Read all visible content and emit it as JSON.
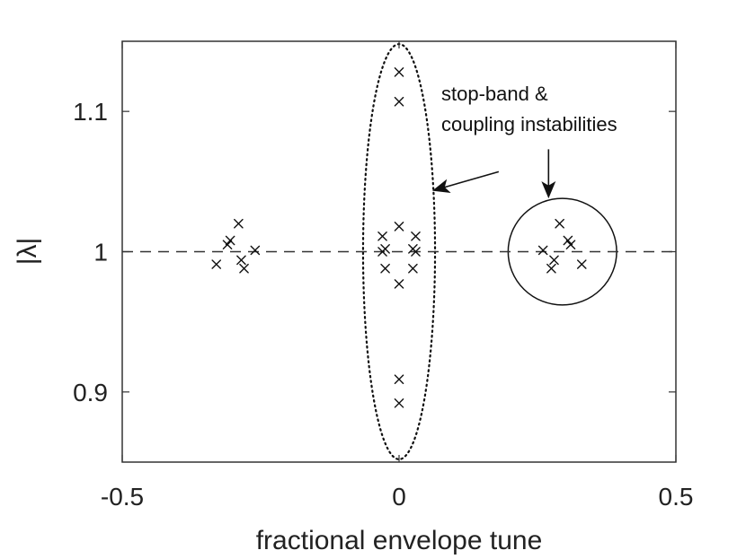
{
  "chart_data": {
    "type": "scatter",
    "xlabel": "fractional envelope tune",
    "ylabel": "|λ|",
    "xlim": [
      -0.5,
      0.5
    ],
    "ylim": [
      0.85,
      1.15
    ],
    "x_ticks": [
      -0.5,
      0,
      0.5
    ],
    "x_tick_labels": [
      "-0.5",
      "0",
      "0.5"
    ],
    "y_ticks": [
      0.9,
      1.0,
      1.1
    ],
    "y_tick_labels": [
      "0.9",
      "1",
      "1.1"
    ],
    "grid": false,
    "reference_line": {
      "y": 1.0,
      "style": "dashed"
    },
    "marker": "x",
    "series": [
      {
        "points": [
          {
            "x": -0.33,
            "y": 0.991
          },
          {
            "x": -0.31,
            "y": 1.005
          },
          {
            "x": -0.305,
            "y": 1.008
          },
          {
            "x": -0.29,
            "y": 1.02
          },
          {
            "x": -0.285,
            "y": 0.994
          },
          {
            "x": -0.28,
            "y": 0.988
          },
          {
            "x": -0.26,
            "y": 1.001
          },
          {
            "x": -0.03,
            "y": 1.011
          },
          {
            "x": -0.03,
            "y": 1.0
          },
          {
            "x": -0.025,
            "y": 1.002
          },
          {
            "x": -0.025,
            "y": 0.988
          },
          {
            "x": 0.0,
            "y": 1.128
          },
          {
            "x": 0.0,
            "y": 1.107
          },
          {
            "x": 0.0,
            "y": 1.018
          },
          {
            "x": 0.0,
            "y": 0.977
          },
          {
            "x": 0.0,
            "y": 0.909
          },
          {
            "x": 0.0,
            "y": 0.892
          },
          {
            "x": 0.025,
            "y": 1.002
          },
          {
            "x": 0.025,
            "y": 0.988
          },
          {
            "x": 0.03,
            "y": 1.011
          },
          {
            "x": 0.03,
            "y": 1.0
          },
          {
            "x": 0.26,
            "y": 1.001
          },
          {
            "x": 0.275,
            "y": 0.988
          },
          {
            "x": 0.28,
            "y": 0.994
          },
          {
            "x": 0.29,
            "y": 1.02
          },
          {
            "x": 0.305,
            "y": 1.008
          },
          {
            "x": 0.31,
            "y": 1.005
          },
          {
            "x": 0.33,
            "y": 0.991
          }
        ]
      }
    ],
    "annotations": [
      {
        "lines": [
          "stop-band &",
          "coupling instabilities"
        ]
      }
    ],
    "shapes": [
      {
        "type": "ellipse",
        "style": "dotted",
        "cx": 0.0,
        "cy": 1.0,
        "rx": 0.065,
        "ry": 0.148
      },
      {
        "type": "ellipse",
        "style": "solid",
        "cx": 0.295,
        "cy": 1.0,
        "rx": 0.098,
        "ry": 0.038
      }
    ],
    "arrows": [
      {
        "from": {
          "x": 0.18,
          "y": 1.057
        },
        "to": {
          "x": 0.065,
          "y": 1.044
        }
      },
      {
        "from": {
          "x": 0.27,
          "y": 1.073
        },
        "to": {
          "x": 0.27,
          "y": 1.04
        }
      }
    ]
  }
}
